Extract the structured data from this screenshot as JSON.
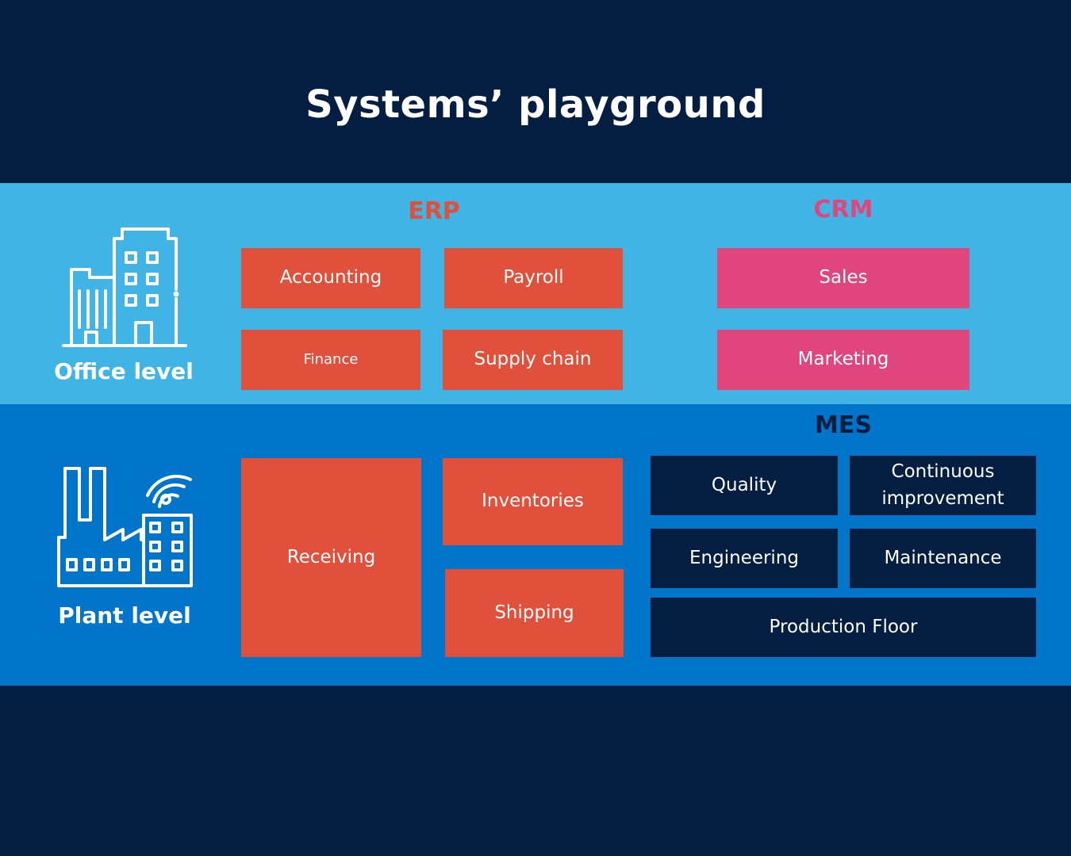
{
  "title": "Systems’ playground",
  "levels": {
    "office": "Office level",
    "plant": "Plant level"
  },
  "headings": {
    "erp": "ERP",
    "crm": "CRM",
    "mes": "MES"
  },
  "erp_modules": {
    "accounting": "Accounting",
    "payroll": "Payroll",
    "finance": "Finance",
    "supply_chain": "Supply chain",
    "receiving": "Receiving",
    "inventories": "Inventories",
    "shipping": "Shipping"
  },
  "crm_modules": {
    "sales": "Sales",
    "marketing": "Marketing"
  },
  "mes_modules": {
    "quality": "Quality",
    "continuous_improvement": "Continuous improvement",
    "engineering": "Engineering",
    "maintenance": "Maintenance",
    "production_floor": "Production Floor"
  },
  "icons": {
    "office": "office-building-icon",
    "plant": "factory-wifi-icon"
  },
  "colors": {
    "background": "#041e42",
    "office_band": "#41b4e6",
    "plant_band": "#0075c9",
    "erp": "#e0503a",
    "crm": "#e0457b",
    "mes": "#041e42"
  }
}
